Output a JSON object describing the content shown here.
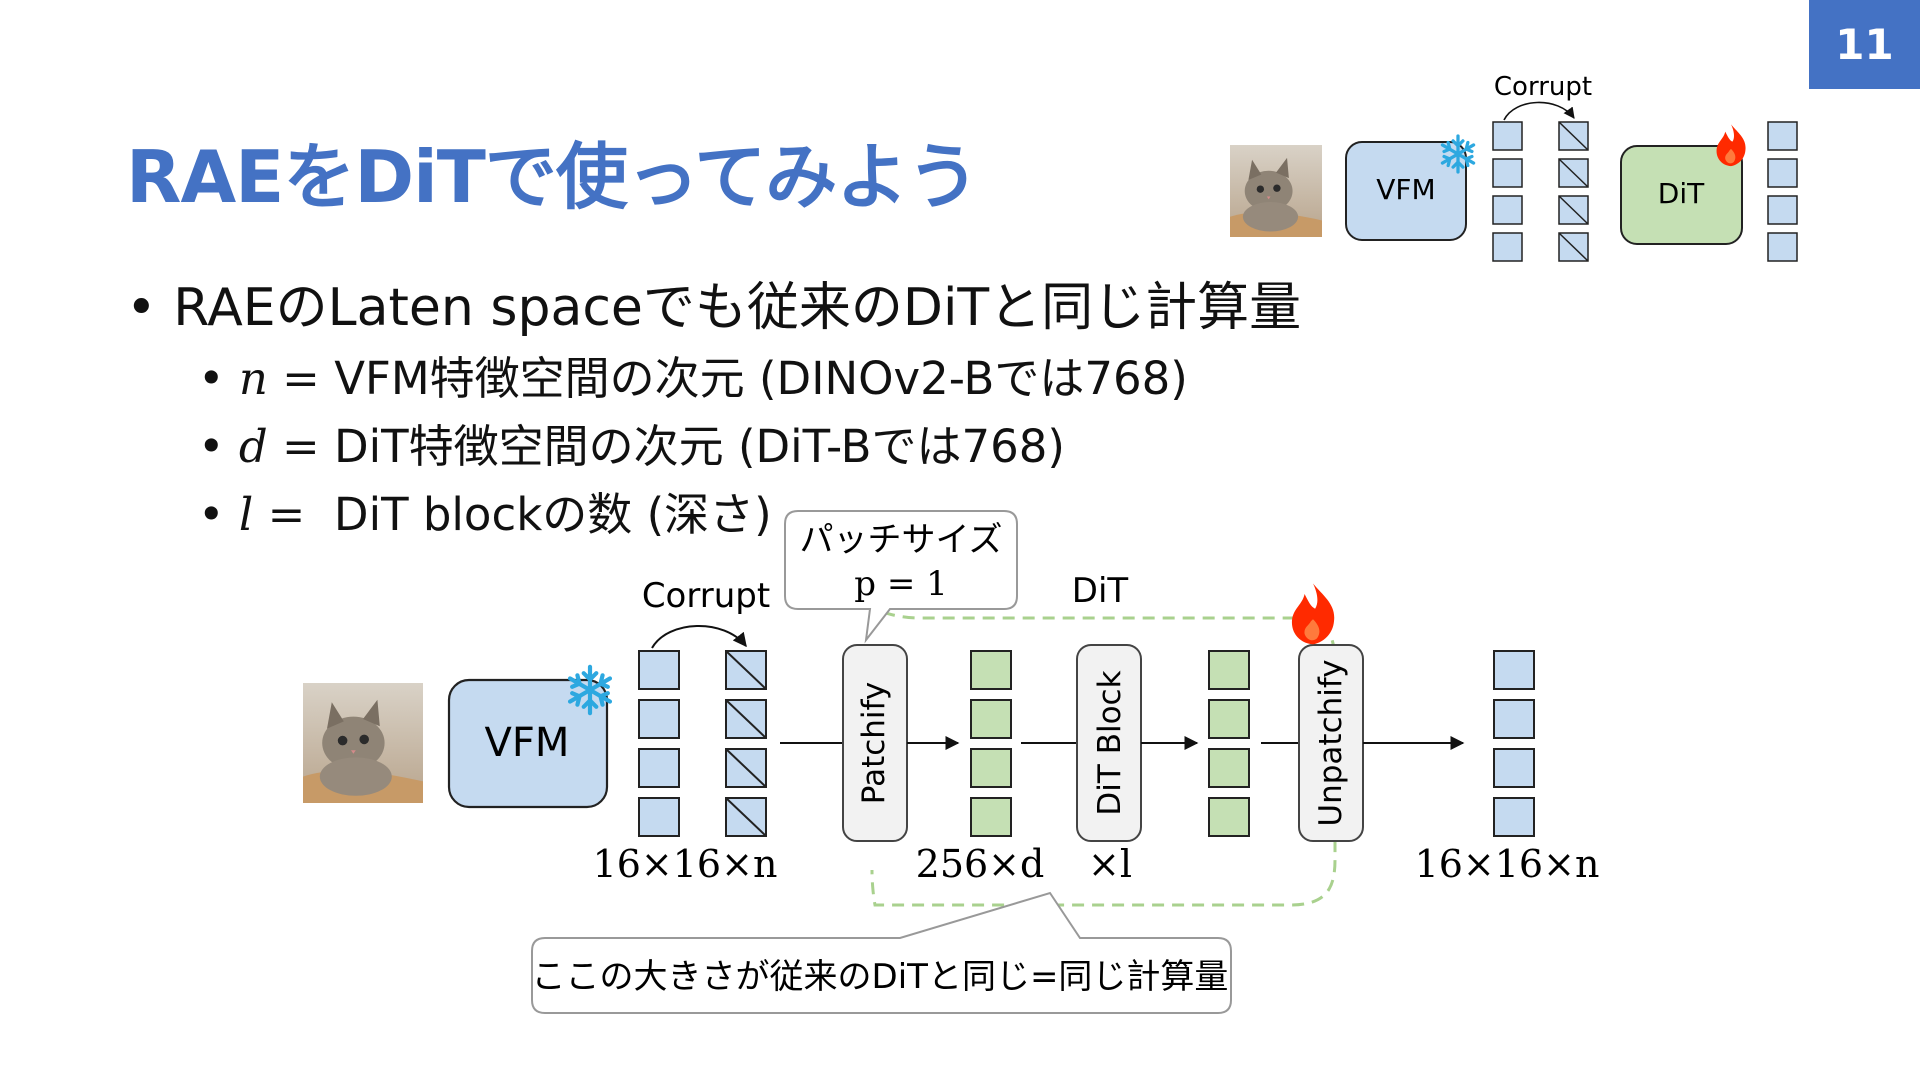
{
  "page_number": "11",
  "title": "RAEをDiTで使ってみよう",
  "bullets": {
    "main": "RAEのLaten spaceでも従来のDiTと同じ計算量",
    "sub": [
      {
        "var": "n",
        "eq": "=",
        "text": "VFM特徴空間の次元 (DINOv2-Bでは768)"
      },
      {
        "var": "d",
        "eq": "=",
        "text": "DiT特徴空間の次元 (DiT-Bでは768)"
      },
      {
        "var": "l",
        "eq": "=",
        "text": " DiT blockの数 (深さ)"
      }
    ]
  },
  "mini_diagram": {
    "corrupt_label": "Corrupt",
    "vfm_label": "VFM",
    "dit_label": "DiT"
  },
  "main_diagram": {
    "corrupt_label": "Corrupt",
    "vfm_label": "VFM",
    "patch_callout": {
      "line1": "パッチサイズ",
      "line2": "p = 1"
    },
    "dit_group_label": "DiT",
    "patchify_label": "Patchify",
    "dit_block_label": "DiT Block",
    "unpatchify_label": "Unpatchify",
    "dim_input": "16×16×n",
    "dim_tokens": "256×d",
    "dim_depth": "×l",
    "dim_output": "16×16×n",
    "bottom_callout": "ここの大きさが従来のDiTと同じ=同じ計算量"
  },
  "colors": {
    "accent": "#4472C4",
    "blue_fill": "#C5DAF0",
    "green_fill": "#C5E0B4",
    "grey_fill": "#F2F2F2",
    "dashed_green": "#A9D18E",
    "flame": "#FF2A00",
    "snowflake": "#2DA8E0"
  },
  "icons": [
    "snowflake-icon",
    "flame-icon",
    "cat-image"
  ]
}
